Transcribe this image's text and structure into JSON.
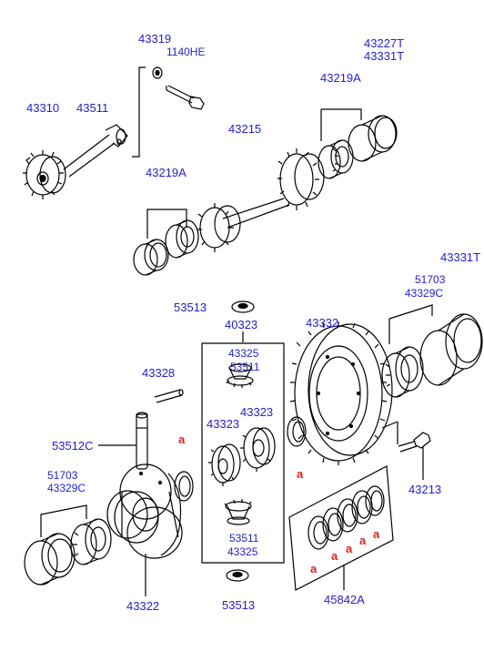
{
  "parts": {
    "p43319": "43319",
    "p1140he": "1140HE",
    "p43227t": "43227T",
    "p43331t_top": "43331T",
    "p43310": "43310",
    "p43511": "43511",
    "p43219a_top": "43219A",
    "p43215": "43215",
    "p43219a_mid": "43219A",
    "p43331t_right": "43331T",
    "p51703_r": "51703",
    "p43329c_r": "43329C",
    "p53513_top": "53513",
    "p40323": "40323",
    "p43332": "43332",
    "p43325_top": "43325",
    "p53511_top": "53511",
    "p43328": "43328",
    "p43323_r": "43323",
    "p43323_l": "43323",
    "p53512c": "53512C",
    "p51703_l": "51703",
    "p43329c_l": "43329C",
    "p53511_bot": "53511",
    "p43325_bot": "43325",
    "p43213": "43213",
    "p43322": "43322",
    "p53513_bot": "53513",
    "p45842a": "45842A"
  },
  "marks": {
    "a": "a"
  },
  "colors": {
    "label": "#2222cc",
    "mark": "#e02020",
    "line": "#000000"
  }
}
